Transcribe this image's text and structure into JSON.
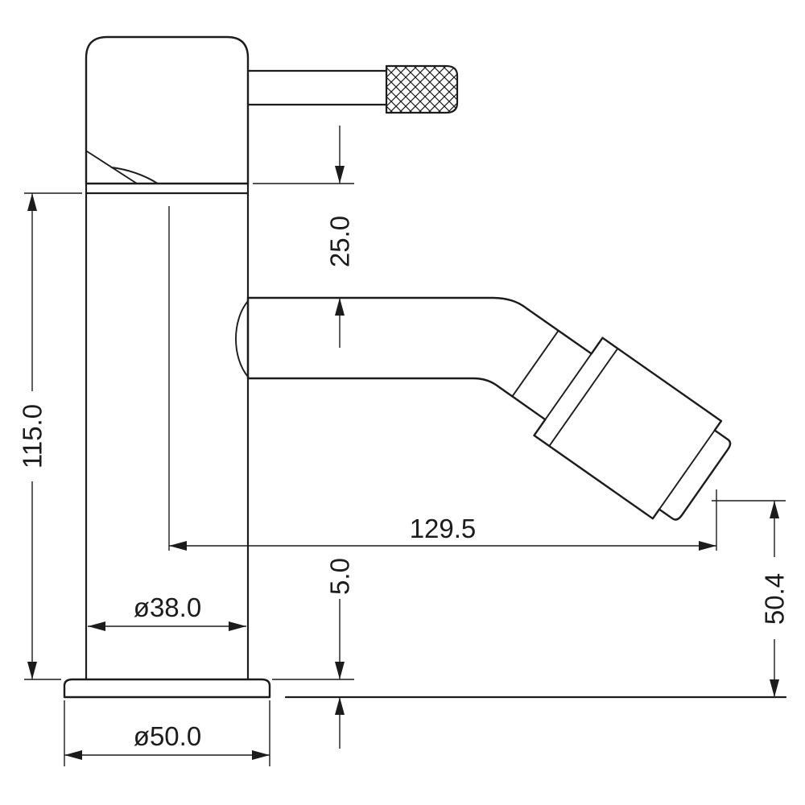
{
  "drawing": {
    "kind": "monobloc bidet mixer tap - side elevation technical drawing",
    "dimensions": {
      "overall_height": "115.0",
      "body_to_spout_gap": "25.0",
      "spout_reach": "129.5",
      "outlet_drop": "50.4",
      "base_plate_thickness": "5.0",
      "body_diameter": "ø38.0",
      "base_diameter": "ø50.0"
    }
  }
}
